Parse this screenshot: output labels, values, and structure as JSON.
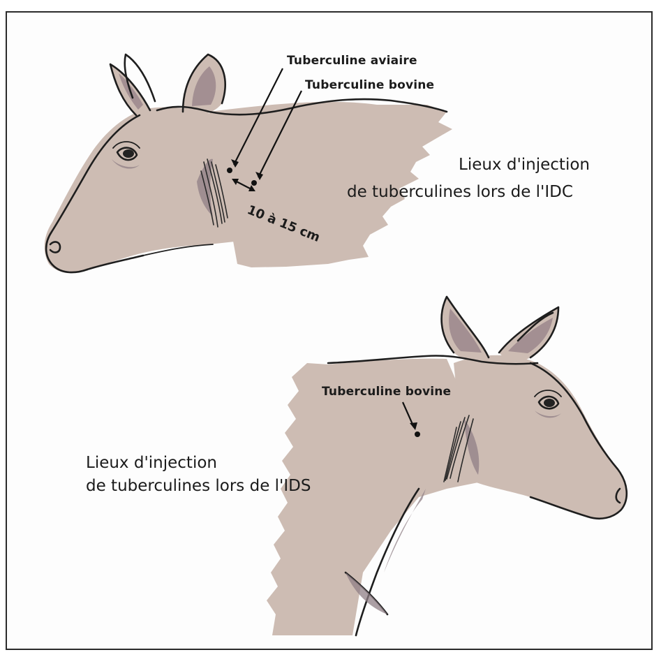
{
  "top_figure": {
    "label_avian": "Tuberculine aviaire",
    "label_bovine": "Tuberculine bovine",
    "distance": "10 à 15 cm",
    "caption_line1": "Lieux d'injection",
    "caption_line2": "de tuberculines lors de l'IDC"
  },
  "bottom_figure": {
    "label_bovine": "Tuberculine bovine",
    "caption_line1": "Lieux d'injection",
    "caption_line2": "de tuberculines lors de l'IDS"
  },
  "colors": {
    "skin": "#cdbcb3",
    "outline": "#1e1e1e",
    "shade": "#8f7f86"
  }
}
